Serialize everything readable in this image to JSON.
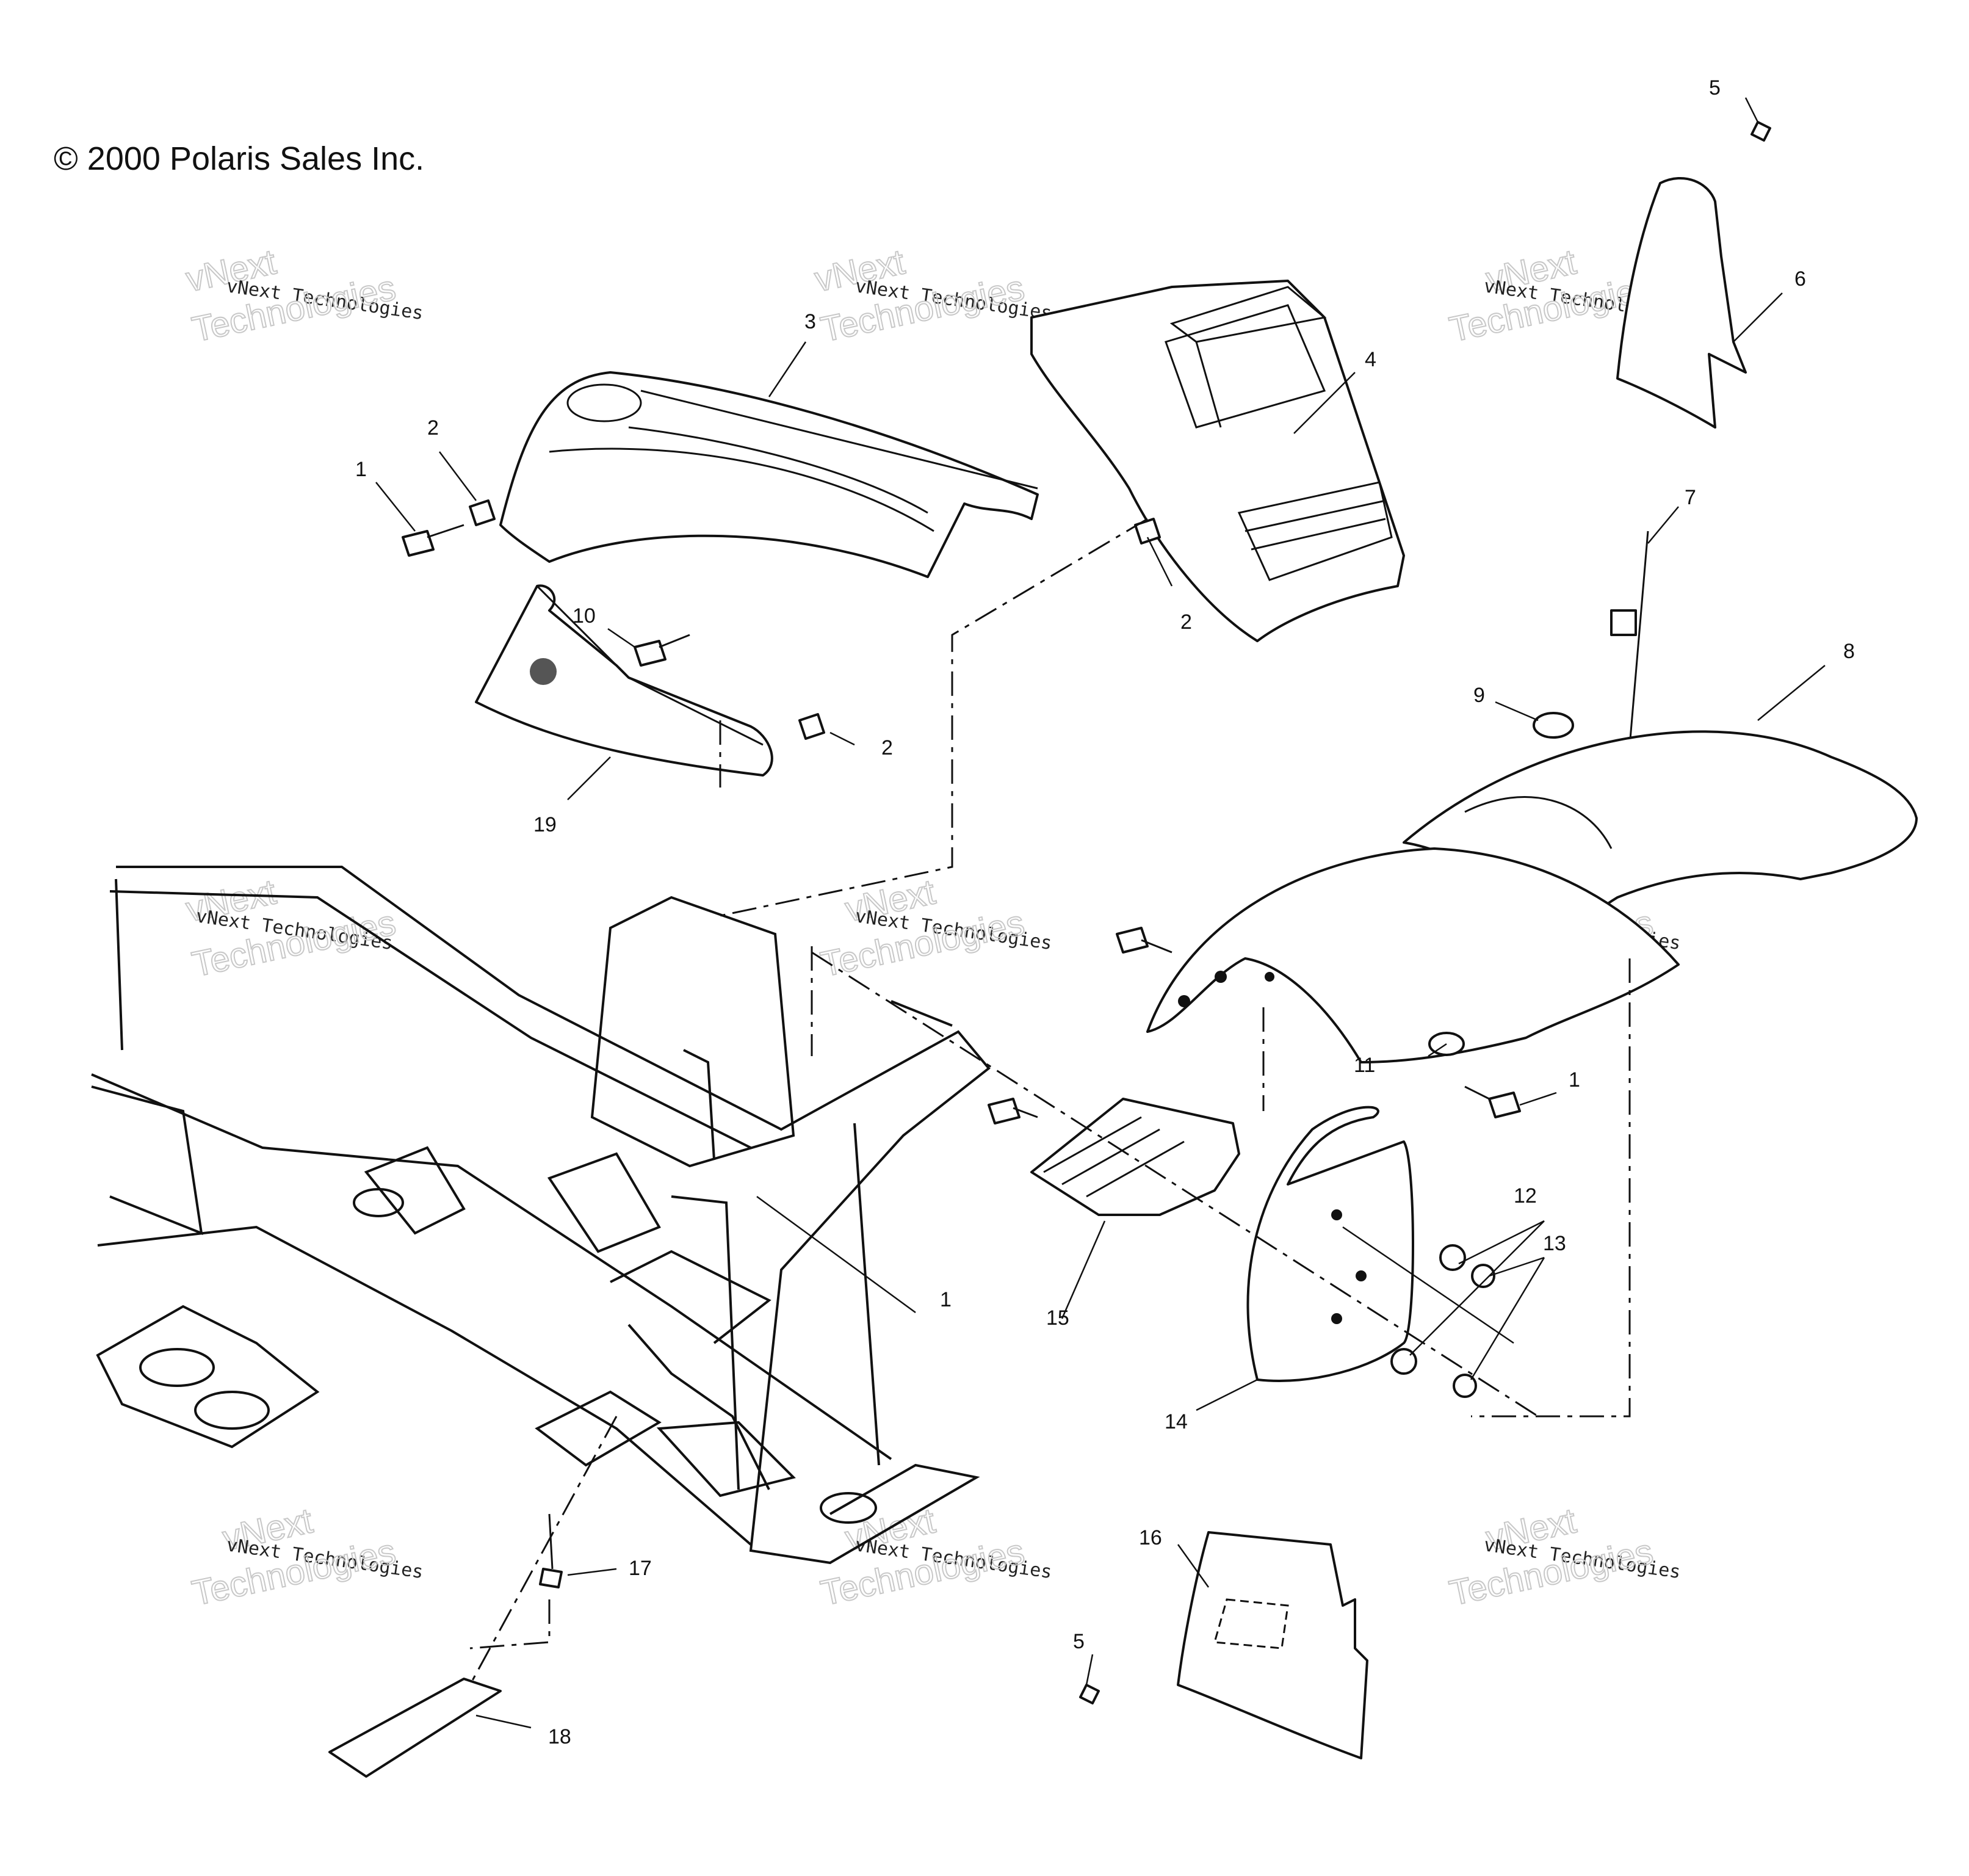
{
  "copyright": "© 2000 Polaris Sales Inc.",
  "watermark": {
    "line1": "vNext Technologies",
    "line2": "vNext",
    "line3": "Technologies"
  },
  "callouts": [
    {
      "id": "c1a",
      "text": "1"
    },
    {
      "id": "c2a",
      "text": "2"
    },
    {
      "id": "c3",
      "text": "3"
    },
    {
      "id": "c4",
      "text": "4"
    },
    {
      "id": "c5a",
      "text": "5"
    },
    {
      "id": "c6",
      "text": "6"
    },
    {
      "id": "c7",
      "text": "7"
    },
    {
      "id": "c2b",
      "text": "2"
    },
    {
      "id": "c10",
      "text": "10"
    },
    {
      "id": "c2c",
      "text": "2"
    },
    {
      "id": "c19",
      "text": "19"
    },
    {
      "id": "c8",
      "text": "8"
    },
    {
      "id": "c9",
      "text": "9"
    },
    {
      "id": "c11",
      "text": "11"
    },
    {
      "id": "c1b",
      "text": "1"
    },
    {
      "id": "c12",
      "text": "12"
    },
    {
      "id": "c13",
      "text": "13"
    },
    {
      "id": "c1c",
      "text": "1"
    },
    {
      "id": "c15",
      "text": "15"
    },
    {
      "id": "c14",
      "text": "14"
    },
    {
      "id": "c16",
      "text": "16"
    },
    {
      "id": "c17",
      "text": "17"
    },
    {
      "id": "c5b",
      "text": "5"
    },
    {
      "id": "c18",
      "text": "18"
    }
  ]
}
